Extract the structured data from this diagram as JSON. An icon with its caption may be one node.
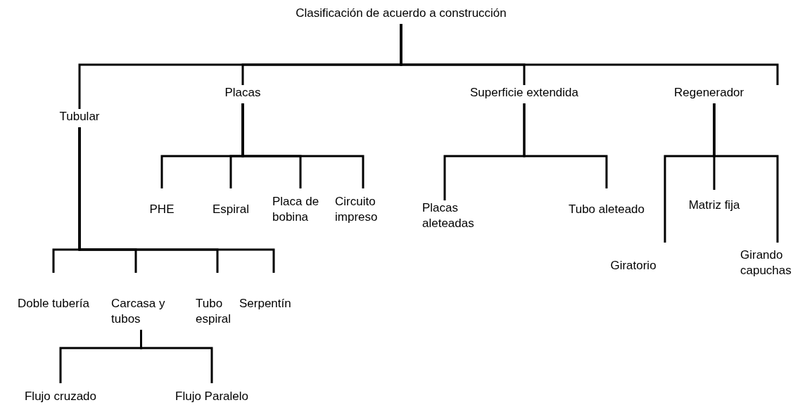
{
  "diagram": {
    "nodes": [
      {
        "text": [
          "Clasificación de acuerdo a construcción"
        ]
      },
      {
        "text": [
          "Tubular"
        ]
      },
      {
        "text": [
          "Placas"
        ]
      },
      {
        "text": [
          "Superficie extendida"
        ]
      },
      {
        "text": [
          "Regenerador"
        ]
      },
      {
        "text": [
          "PHE"
        ]
      },
      {
        "text": [
          "Espiral"
        ]
      },
      {
        "text": [
          "Placa de bobina"
        ]
      },
      {
        "text": [
          "Circuito impreso"
        ]
      },
      {
        "text": [
          "Placas aleteadas"
        ]
      },
      {
        "text": [
          "Tubo aleteado"
        ]
      },
      {
        "text": [
          "Matriz fija"
        ]
      },
      {
        "text": [
          "Giratorio"
        ]
      },
      {
        "text": [
          "Girando capuchas"
        ]
      },
      {
        "text": [
          "Doble tubería"
        ]
      },
      {
        "text": [
          "Carcasa y tubos"
        ]
      },
      {
        "text": [
          "Tubo espiral"
        ]
      },
      {
        "text": [
          "Serpentín"
        ]
      },
      {
        "text": [
          "Flujo cruzado"
        ]
      },
      {
        "text": [
          "Flujo Paralelo"
        ]
      }
    ],
    "edges": [
      {
        "from": 0,
        "to": 1,
        "arrow": "none"
      },
      {
        "from": 0,
        "to": 2,
        "arrow": "none"
      },
      {
        "from": 0,
        "to": 3,
        "arrow": "none"
      },
      {
        "from": 0,
        "to": 4,
        "arrow": "none"
      },
      {
        "from": 2,
        "to": 5,
        "arrow": "none"
      },
      {
        "from": 2,
        "to": 6,
        "arrow": "none"
      },
      {
        "from": 2,
        "to": 7,
        "arrow": "none"
      },
      {
        "from": 2,
        "to": 8,
        "arrow": "none"
      },
      {
        "from": 3,
        "to": 9,
        "arrow": "none"
      },
      {
        "from": 3,
        "to": 10,
        "arrow": "none"
      },
      {
        "from": 4,
        "to": 12,
        "arrow": "none"
      },
      {
        "from": 4,
        "to": 11,
        "arrow": "none"
      },
      {
        "from": 4,
        "to": 13,
        "arrow": "none"
      },
      {
        "from": 1,
        "to": 14,
        "arrow": "none"
      },
      {
        "from": 1,
        "to": 15,
        "arrow": "none"
      },
      {
        "from": 1,
        "to": 16,
        "arrow": "none"
      },
      {
        "from": 1,
        "to": 17,
        "arrow": "none"
      },
      {
        "from": 15,
        "to": 18,
        "arrow": "none"
      },
      {
        "from": 15,
        "to": 19,
        "arrow": "none"
      }
    ]
  }
}
